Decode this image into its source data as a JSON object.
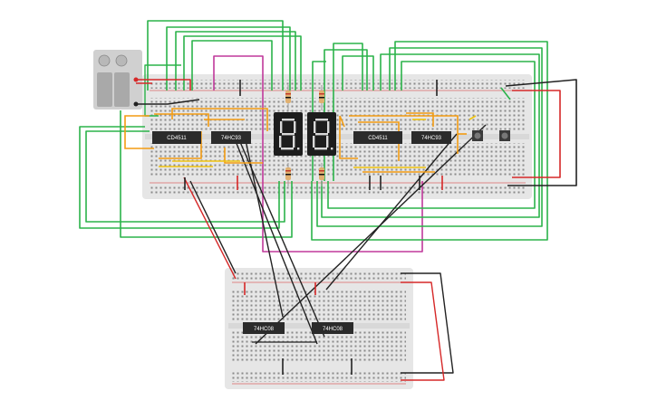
{
  "chips": {
    "top_left_decoder": "CD4511",
    "top_left_counter": "74HC93",
    "top_right_decoder": "CD4511",
    "top_right_counter": "74HC93",
    "bottom_left_gate": "74HC08",
    "bottom_right_gate": "74HC08"
  },
  "displays": {
    "left": "8.",
    "right": "8."
  },
  "colors": {
    "breadboard": "#e6e6e6",
    "hole": "#8a8a8a",
    "wire_green": "#2bb34a",
    "wire_orange": "#f39c12",
    "wire_black": "#222222",
    "wire_red": "#d62828",
    "wire_magenta": "#c0399b",
    "wire_yellow": "#f1c40f",
    "chip": "#2b2b2b",
    "display": "#1d1d1d",
    "segment": "#d9d9d9"
  },
  "icons": [
    "battery-icon",
    "pushbutton-icon",
    "seven-segment-display-icon",
    "resistor-icon"
  ]
}
